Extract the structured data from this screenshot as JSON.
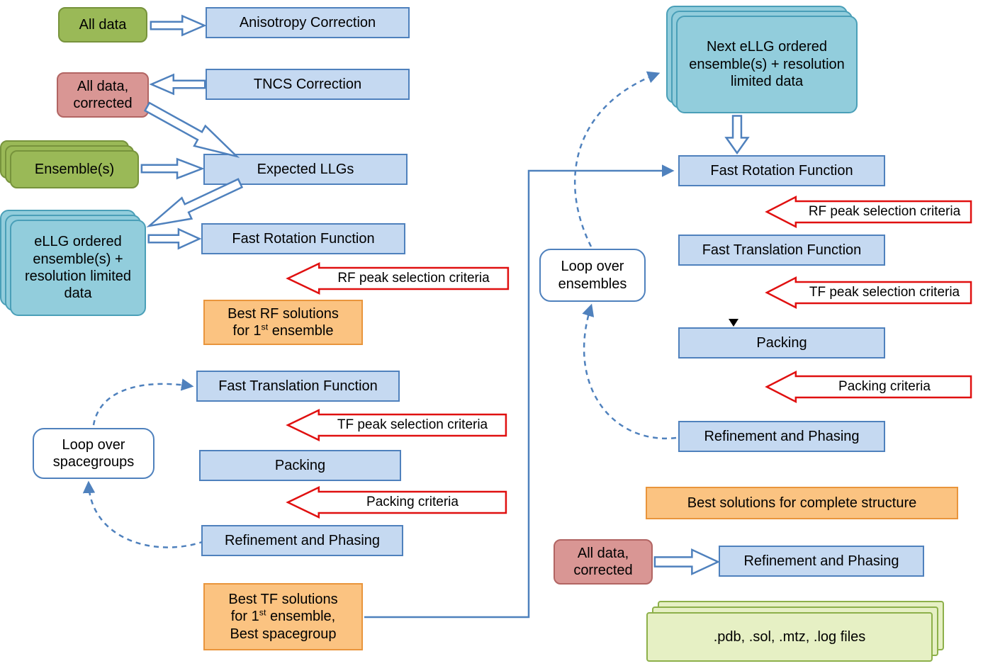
{
  "colors": {
    "blue_fill": "#c5d9f1",
    "blue_border": "#4f81bd",
    "green_fill": "#9ab957",
    "green_border": "#77933c",
    "pink_fill": "#d99694",
    "pink_border": "#b26563",
    "teal_fill": "#92cddc",
    "teal_border": "#4a9fb8",
    "orange_fill": "#fbc381",
    "orange_border": "#e9953c",
    "file_fill": "#e6f0c4",
    "file_border": "#8db04a",
    "red_arrow_border": "#e01010"
  },
  "left": {
    "all_data": "All data",
    "anisotropy_correction": "Anisotropy Correction",
    "tncs_correction": "TNCS Correction",
    "all_data_corrected": "All data, corrected",
    "ensembles": "Ensemble(s)",
    "expected_llgs": "Expected LLGs",
    "ellg_ensembles": "eLLG ordered ensemble(s) + resolution limited data",
    "fast_rotation": "Fast Rotation Function",
    "rf_criteria": "RF peak selection criteria",
    "best_rf": {
      "line1": "Best RF solutions",
      "line2a": "for 1",
      "sup": "st",
      "line2b": " ensemble"
    },
    "fast_translation": "Fast Translation Function",
    "tf_criteria": "TF peak selection criteria",
    "packing": "Packing",
    "packing_criteria": "Packing criteria",
    "refinement": "Refinement and Phasing",
    "loop_spacegroups": "Loop over spacegroups",
    "best_tf": {
      "line1": "Best TF solutions",
      "line2a": "for 1",
      "sup": "st",
      "line2b": " ensemble,",
      "line3": "Best spacegroup"
    }
  },
  "right": {
    "next_ellg": "Next eLLG ordered ensemble(s) + resolution limited data",
    "fast_rotation": "Fast Rotation Function",
    "rf_criteria": "RF peak selection criteria",
    "fast_translation": "Fast Translation Function",
    "tf_criteria": "TF peak selection criteria",
    "packing": "Packing",
    "packing_criteria": "Packing criteria",
    "refinement": "Refinement and Phasing",
    "loop_ensembles": "Loop over ensembles",
    "best_solutions": "Best solutions for complete structure",
    "all_data_corrected": "All data, corrected",
    "refinement_final": "Refinement and Phasing",
    "output_files": ".pdb, .sol, .mtz, .log files"
  }
}
